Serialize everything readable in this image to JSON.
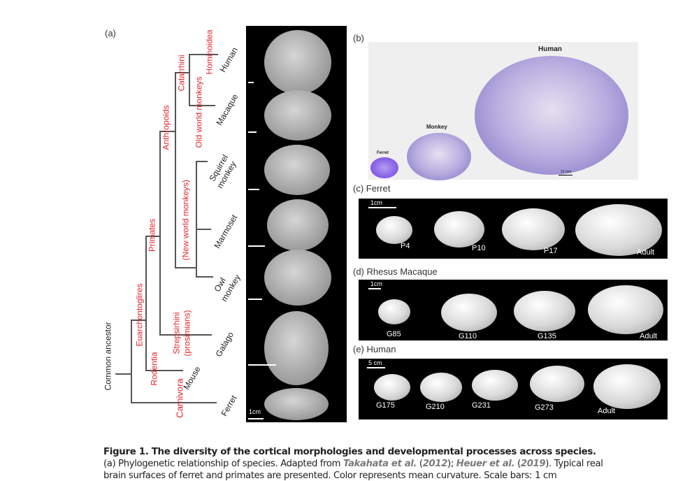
{
  "panel_a": {
    "label": "(a)",
    "root": "Common ancestor",
    "clades": {
      "carnivora": "Carnivora",
      "euarchontoglires": "Euarchontoglires",
      "rodentia": "Rodentia",
      "primates": "Primates",
      "strepsirhini": "Strepsirhini",
      "prosimians": "(prosimians)",
      "anthropoids": "Anthropoids",
      "new_world": "(New world monkeys)",
      "catarrhini": "Catarrhini",
      "old_world": "Old world monkeys",
      "hominoidea": "Hominoidea"
    },
    "species": {
      "human": "Human",
      "macaque": "Macaque",
      "squirrel1": "Squirrel",
      "squirrel2": "monkey",
      "marmoset": "Marmoset",
      "owl1": "Owl",
      "owl2": "monkey",
      "galago": "Galago",
      "mouse": "Mouse",
      "ferret": "Ferret"
    },
    "scale_label": "1cm"
  },
  "panel_b": {
    "label": "(b)",
    "human": "Human",
    "monkey": "Monkey",
    "ferret": "Ferret",
    "scale": "10 mm"
  },
  "panel_c": {
    "label": "(c)",
    "title": "Ferret",
    "scale": "1cm",
    "stages": [
      "P4",
      "P10",
      "P17",
      "Adult"
    ]
  },
  "panel_d": {
    "label": "(d)",
    "title": "Rhesus Macaque",
    "scale": "1cm",
    "stages": [
      "G85",
      "G110",
      "G135",
      "Adult"
    ]
  },
  "panel_e": {
    "label": "(e)",
    "title": "Human",
    "scale": "5 cm",
    "stages": [
      "G175",
      "G210",
      "G231",
      "G273",
      "Adult"
    ]
  },
  "caption": {
    "title": "Figure 1. The diversity of the cortical morphologies and developmental processes across species.",
    "l2_a": "(a) Phylogenetic relationship of species. Adapted from ",
    "cite1": "Takahata et al.",
    "y1": "2012",
    "cite2": "Heuer et al.",
    "y2": "2019",
    "l2_b": ". Typical real",
    "l3": "brain surfaces of ferret and primates are presented. Color represents mean curvature. Scale bars: 1 cm"
  }
}
